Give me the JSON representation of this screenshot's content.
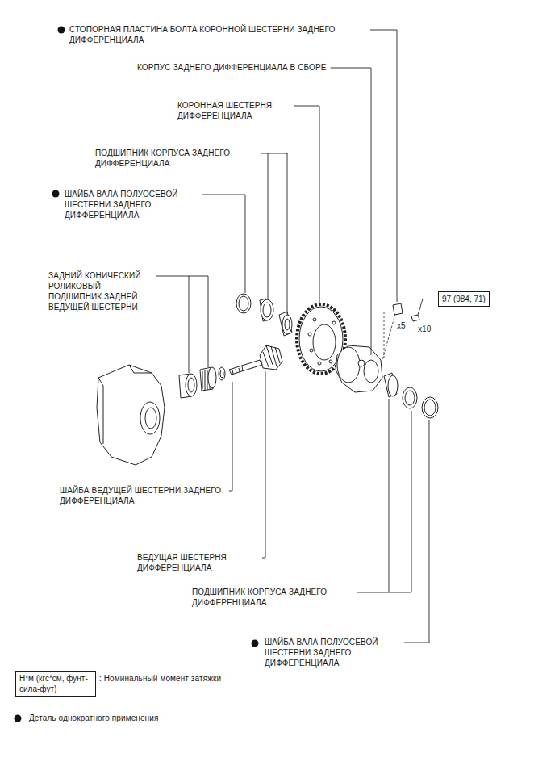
{
  "diagram": {
    "nodes": [
      {
        "text": [
          "97 (984, 71)"
        ]
      },
      {
        "text": [
          "Н*м (кгс*см, фунт-сила-фут)"
        ]
      }
    ],
    "labels": [
      "СТОПОРНАЯ ПЛАСТИНА БОЛТА КОРОННОЙ ШЕСТЕРНИ ЗАДНЕГО ДИФФЕРЕНЦИАЛА",
      "КОРПУС ЗАДНЕГО ДИФФЕРЕНЦИАЛА В СБОРЕ",
      "КОРОННАЯ ШЕСТЕРНЯ ДИФФЕРЕНЦИАЛА",
      "ПОДШИПНИК КОРПУСА ЗАДНЕГО ДИФФЕРЕНЦИАЛА",
      "ШАЙБА ВАЛА ПОЛУОСЕВОЙ ШЕСТЕРНИ ЗАДНЕГО ДИФФЕРЕНЦИАЛА",
      "ЗАДНИЙ КОНИЧЕСКИЙ РОЛИКОВЫЙ ПОДШИПНИК ЗАДНЕЙ ВЕДУЩЕЙ ШЕСТЕРНИ",
      "x5",
      "x10",
      "ШАЙБА ВЕДУЩЕЙ ШЕСТЕРНИ ЗАДНЕГО ДИФФЕРЕНЦИАЛА",
      "ВЕДУЩАЯ ШЕСТЕРНЯ ДИФФЕРЕНЦИАЛА",
      "ПОДШИПНИК КОРПУСА ЗАДНЕГО ДИФФЕРЕНЦИАЛА",
      "ШАЙБА ВАЛА ПОЛУОСЕВОЙ ШЕСТЕРНИ ЗАДНЕГО ДИФФЕРЕНЦИАЛА"
    ],
    "legend": [
      {
        "text": ": Номинальный момент затяжки"
      },
      {
        "text": "Деталь однократного применения"
      }
    ]
  }
}
